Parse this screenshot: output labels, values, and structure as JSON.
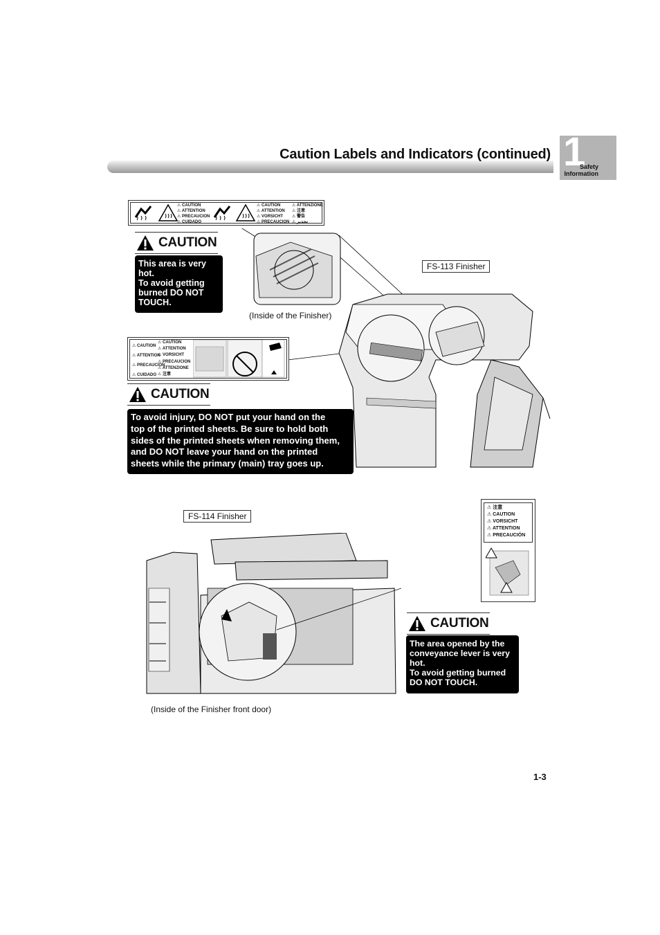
{
  "header": {
    "title": "Caution Labels and Indicators (continued)",
    "chapter_number": "1",
    "chapter_label_line1": "Safety",
    "chapter_label_line2": "Information"
  },
  "sticker1": {
    "col1": [
      "CAUTION",
      "ATTENTION",
      "PRECAUCION",
      "CUIDADO"
    ],
    "col2": [
      "CAUTION",
      "ATTENTION",
      "VORSICHT",
      "PRECAUCION"
    ],
    "col3": [
      "ATTENZIONE",
      "注意",
      "警告",
      "تحذير"
    ]
  },
  "caution1": {
    "heading": "CAUTION",
    "line1": "This area is very",
    "line2": "hot.",
    "line3": "To avoid getting",
    "line4": "burned DO NOT",
    "line5": "TOUCH."
  },
  "caption_inside_finisher": "(Inside of the Finisher)",
  "fs113_label": "FS-113 Finisher",
  "sticker2": {
    "col1": [
      "CAUTION",
      "ATTENTION",
      "PRECAUCION",
      "CUIDADO"
    ],
    "col2": [
      "CAUTION",
      "ATTENTION",
      "VORSICHT",
      "PRECAUCION",
      "ATTENZIONE",
      "注意"
    ]
  },
  "caution2": {
    "heading": "CAUTION",
    "line1": "To avoid injury, DO NOT put your hand on the",
    "line2": "top of the printed sheets. Be sure to hold both",
    "line3": "sides of the printed sheets when removing them,",
    "line4": "and DO NOT leave your hand on the printed",
    "line5": "sheets while the primary (main) tray goes up."
  },
  "fs114_label": "FS-114 Finisher",
  "sticker3": {
    "lines": [
      "注意",
      "CAUTION",
      "VORSICHT",
      "ATTENTION",
      "PRECAUCIÓN"
    ]
  },
  "caution3": {
    "heading": "CAUTION",
    "line1": "The area opened by the",
    "line2": "conveyance lever is very",
    "line3": "hot.",
    "line4": "To avoid getting burned",
    "line5": "DO NOT TOUCH."
  },
  "caption_front_door": "(Inside of the Finisher front door)",
  "page_number": "1-3"
}
